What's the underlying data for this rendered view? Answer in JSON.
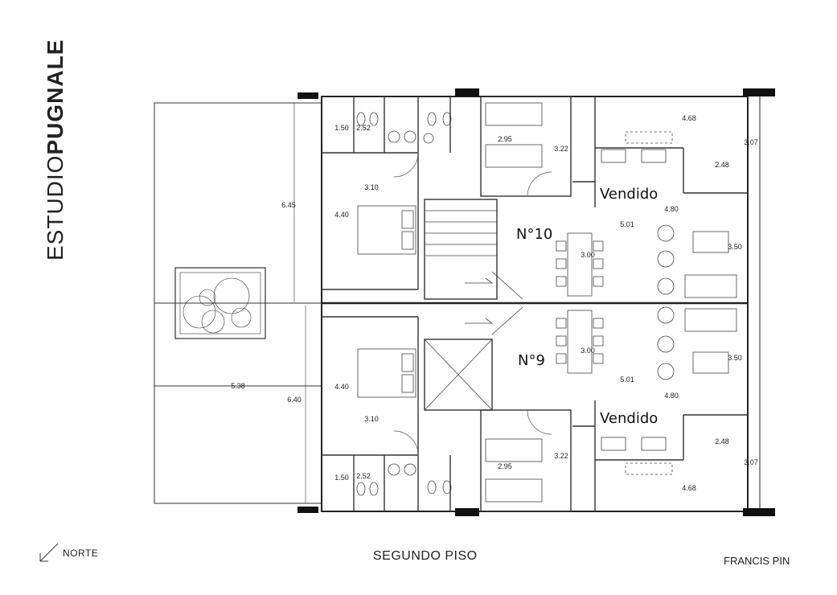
{
  "brand": {
    "light": "ESTUDIO",
    "bold": "PUGNALE"
  },
  "units": [
    {
      "label": "N°10",
      "status": "Vendido"
    },
    {
      "label": "N°9",
      "status": "Vendido"
    }
  ],
  "dimensions": {
    "bath_w": "1.50",
    "bath_d": "2.52",
    "bed2_w": "2.95",
    "bed2_d": "3.22",
    "master_w": "3.10",
    "master_d": "4.40",
    "patio_d_top": "6.45",
    "patio_d_bottom": "6.40",
    "patio_w": "5.38",
    "living_w": "4.80",
    "living_len": "5.01",
    "terrace_w": "4.68",
    "terrace_d": "3.07",
    "kitchen_w": "2.48",
    "living_d": "3.50",
    "table_len": "3.00"
  },
  "north_label": "NORTE",
  "floor_title": "SEGUNDO PISO",
  "street_name": "FRANCIS PIN"
}
